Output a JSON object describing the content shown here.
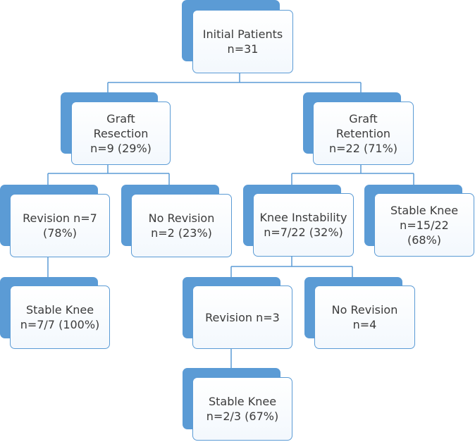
{
  "colors": {
    "box_border": "#5b9bd5",
    "box_shadow": "#5b9bd5",
    "connector": "#5b9bd5",
    "text": "#3b3b3b"
  },
  "nodes": {
    "initial": {
      "text": "Initial Patients n=31"
    },
    "resection": {
      "text": "Graft Resection n=9 (29%)"
    },
    "retention": {
      "text": "Graft Retention n=22 (71%)"
    },
    "resection_revision": {
      "text": "Revision n=7 (78%)"
    },
    "resection_no_revision": {
      "text": "No Revision n=2 (23%)"
    },
    "knee_instability": {
      "text": "Knee Instability n=7/22 (32%)"
    },
    "retention_stable": {
      "text": "Stable Knee n=15/22 (68%)"
    },
    "resection_stable": {
      "text": "Stable Knee n=7/7 (100%)"
    },
    "instability_revision": {
      "text": "Revision n=3"
    },
    "instability_no_revision": {
      "text": "No Revision n=4"
    },
    "instability_stable": {
      "text": "Stable Knee n=2/3 (67%)"
    }
  }
}
